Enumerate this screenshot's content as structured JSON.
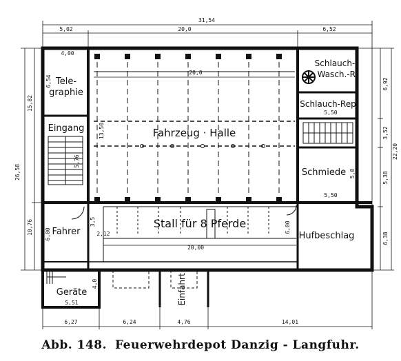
{
  "caption": {
    "fig": "Abb. 148.",
    "title": "Feuerwehrdepot Danzig - Langfuhr."
  },
  "rooms": {
    "tele1": "Tele-",
    "tele2": "graphie",
    "eingang": "Eingang",
    "halle": "Fahrzeug · Halle",
    "schlauch_wasch": "Schlauch-",
    "schlauch_wasch2": "Wasch.-R.",
    "schlauch_rep": "Schlauch-Rep",
    "schmiede": "Schmiede",
    "fahrer": "Fahrer",
    "stall": "Stall für 8 Pferde",
    "hufbeschlag": "Hufbeschlag",
    "geraete": "Geräte",
    "einfahrt": "Einfahrt"
  },
  "dimensions": {
    "total_width": "31,54",
    "top_left": "5,02",
    "top_mid": "20,0",
    "top_right": "6,52",
    "hall_width": "20,0",
    "tele_w": "4,00",
    "tele_h": "6,54",
    "left_total": "26,58",
    "left_upper": "15,82",
    "left_lower": "10,76",
    "right_total": "22,20",
    "right_1": "6,92",
    "right_2": "3,52",
    "right_3": "5,38",
    "right_4": "6,38",
    "schlauch_rep_w": "5,50",
    "schmiede_w": "5,50",
    "schmiede_h": "5,0",
    "hall_depth": "13,50",
    "stair_h": "5,76",
    "stall_w": "20,00",
    "stall_left": "2,12",
    "stall_h1": "3,5",
    "stall_h2": "6,00",
    "fahrer_h": "6,00",
    "geraete_w": "5,51",
    "geraete_h": "4,0",
    "bottom_1": "6,27",
    "bottom_2": "6,24",
    "bottom_3": "4,76",
    "bottom_4": "14,01"
  }
}
